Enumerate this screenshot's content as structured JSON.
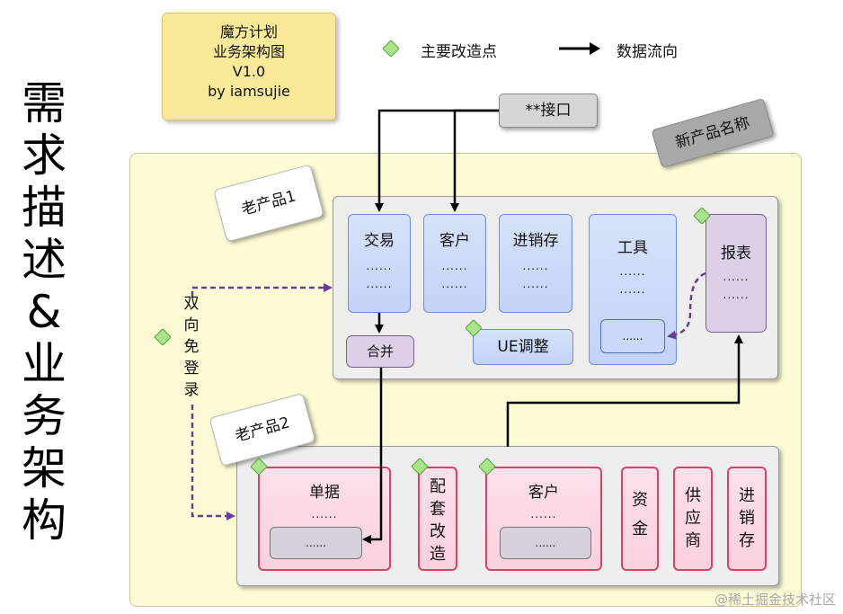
{
  "side_title": [
    "需",
    "求",
    "描",
    "述",
    "&",
    "业",
    "务",
    "架",
    "构"
  ],
  "note": [
    "魔方计划",
    "业务架构图",
    "V1.0",
    "by iamsujie"
  ],
  "legend": {
    "point_label": "主要改造点",
    "flow_label": "数据流向"
  },
  "interface_label": "**接口",
  "new_product_label": "新产品名称",
  "old_product1": {
    "label": "老产品1",
    "modules": [
      {
        "title": "交易",
        "lines": [
          "......",
          "......"
        ]
      },
      {
        "title": "客户",
        "lines": [
          "......",
          "......"
        ]
      },
      {
        "title": "进销存",
        "lines": [
          "......",
          "......"
        ]
      }
    ],
    "tools": {
      "title": "工具",
      "lines": [
        "......",
        "......"
      ],
      "inner": "......"
    },
    "report": {
      "title": "报表",
      "lines": [
        "......",
        "......"
      ]
    },
    "merge": "合并",
    "ue": "UE调整"
  },
  "sso_label": [
    "双",
    "向",
    "免",
    "登",
    "录"
  ],
  "old_product2": {
    "label": "老产品2",
    "bill": {
      "title": "单据",
      "line": "......",
      "inner": "......"
    },
    "config": [
      "配",
      "套",
      "改",
      "造"
    ],
    "customer": {
      "title": "客户",
      "line": "......",
      "inner": "......"
    },
    "funds": [
      "资",
      "金"
    ],
    "supplier": [
      "供",
      "应",
      "商"
    ],
    "inventory": [
      "进",
      "销",
      "存"
    ]
  },
  "watermark": "@稀土掘金技术社区",
  "colors": {
    "note_bg": "#fbe99a",
    "outer_bg": "#fdfbd6",
    "blue_module": "#c9d8f9",
    "pink_module": "#fbd5e1",
    "flow_purple": "#7b4aa0",
    "diamond": "#a9e48a"
  }
}
